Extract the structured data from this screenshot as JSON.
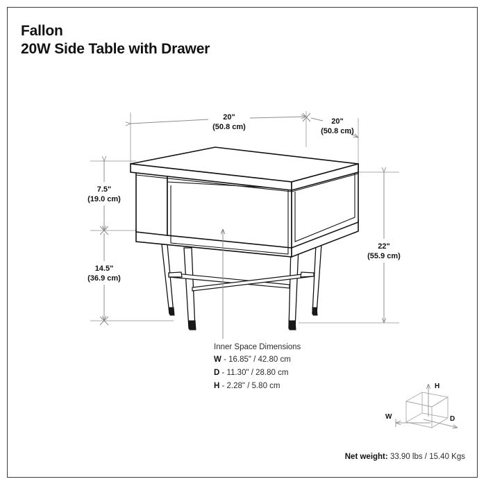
{
  "document": {
    "product_name": "Fallon",
    "product_description": "20W Side Table with Drawer"
  },
  "dimensions": {
    "width": {
      "imperial": "20\"",
      "metric": "(50.8 cm)"
    },
    "depth": {
      "imperial": "20\"",
      "metric": "(50.8 cm)"
    },
    "drawer_section_height": {
      "imperial": "7.5\"",
      "metric": "(19.0 cm)"
    },
    "leg_height": {
      "imperial": "14.5\"",
      "metric": "(36.9 cm)"
    },
    "total_height": {
      "imperial": "22\"",
      "metric": "(55.9 cm)"
    }
  },
  "inner_space": {
    "title": "Inner Space Dimensions",
    "rows": [
      {
        "key": "W",
        "value": "- 16.85\" / 42.80 cm"
      },
      {
        "key": "D",
        "value": "- 11.30\" / 28.80 cm"
      },
      {
        "key": "H",
        "value": "- 2.28\" / 5.80 cm"
      }
    ]
  },
  "legend_cube": {
    "width_label": "W",
    "height_label": "H",
    "depth_label": "D"
  },
  "net_weight": {
    "label": "Net weight:",
    "value": "33.90 lbs / 15.40 Kgs"
  }
}
